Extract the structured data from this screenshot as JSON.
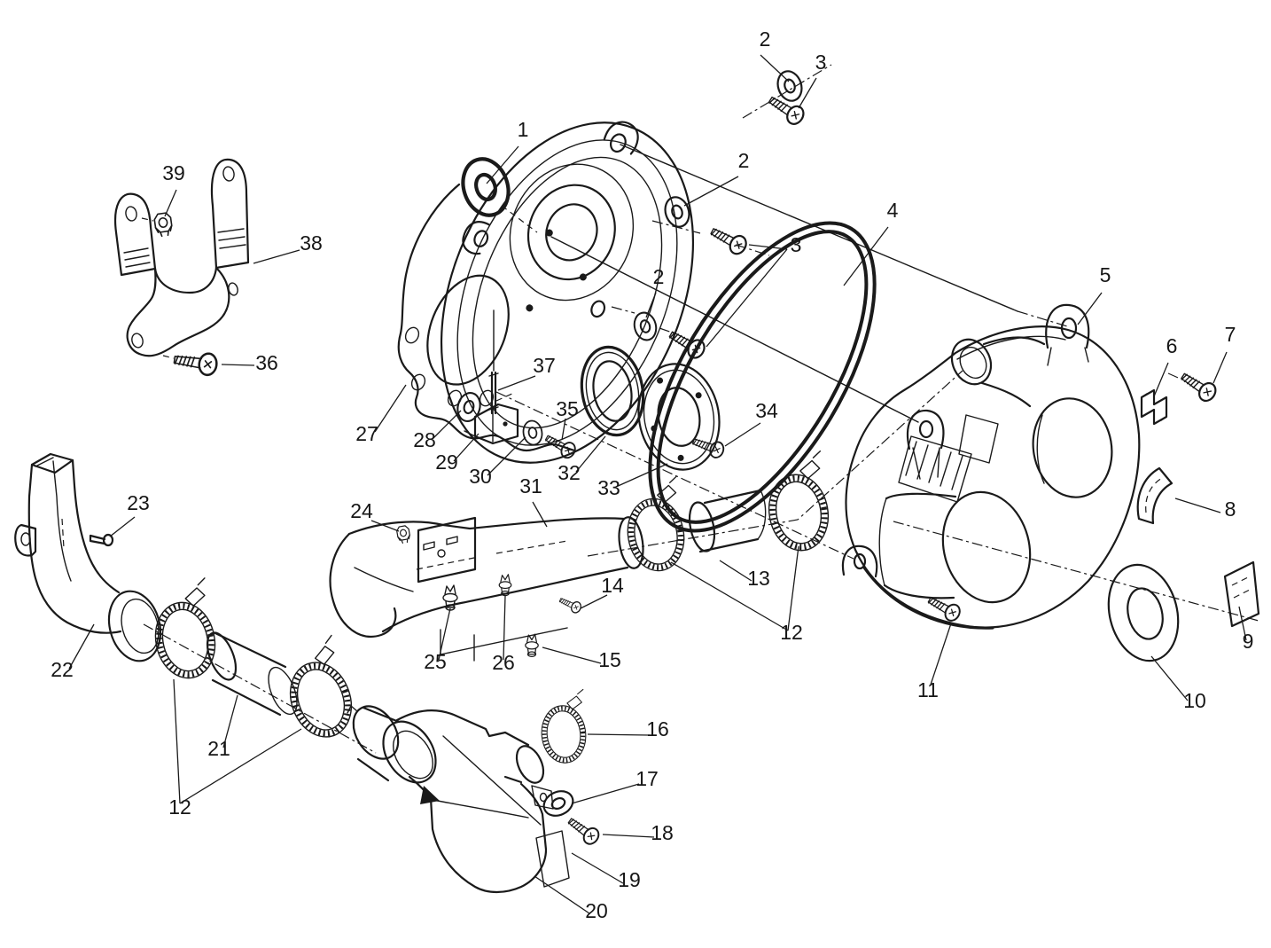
{
  "diagram": {
    "background": "#ffffff",
    "line_color": "#1a1a1a",
    "description_parts": {
      "inner_cover": "inner clutch cover with gasket",
      "drive_belt": "drive belt loop",
      "outer_cover": "outer clutch cover with intake snout",
      "ducts": "clutch cooling ducts with hose clamps",
      "bracket": "mounting bracket",
      "airbox": "duct outlet body"
    }
  },
  "callouts": [
    {
      "id": "1",
      "label": "1"
    },
    {
      "id": "2-top",
      "label": "2"
    },
    {
      "id": "3-top",
      "label": "3"
    },
    {
      "id": "2-mid",
      "label": "2"
    },
    {
      "id": "4",
      "label": "4"
    },
    {
      "id": "2-lower",
      "label": "2"
    },
    {
      "id": "3-lower",
      "label": "3"
    },
    {
      "id": "39",
      "label": "39"
    },
    {
      "id": "38",
      "label": "38"
    },
    {
      "id": "36",
      "label": "36"
    },
    {
      "id": "5",
      "label": "5"
    },
    {
      "id": "6",
      "label": "6"
    },
    {
      "id": "7",
      "label": "7"
    },
    {
      "id": "8",
      "label": "8"
    },
    {
      "id": "9",
      "label": "9"
    },
    {
      "id": "10",
      "label": "10"
    },
    {
      "id": "11",
      "label": "11"
    },
    {
      "id": "27",
      "label": "27"
    },
    {
      "id": "28",
      "label": "28"
    },
    {
      "id": "29",
      "label": "29"
    },
    {
      "id": "30",
      "label": "30"
    },
    {
      "id": "37",
      "label": "37"
    },
    {
      "id": "35",
      "label": "35"
    },
    {
      "id": "32",
      "label": "32"
    },
    {
      "id": "33",
      "label": "33"
    },
    {
      "id": "34",
      "label": "34"
    },
    {
      "id": "31",
      "label": "31"
    },
    {
      "id": "24",
      "label": "24"
    },
    {
      "id": "23",
      "label": "23"
    },
    {
      "id": "22",
      "label": "22"
    },
    {
      "id": "21",
      "label": "21"
    },
    {
      "id": "12-left",
      "label": "12"
    },
    {
      "id": "12-right",
      "label": "12"
    },
    {
      "id": "13",
      "label": "13"
    },
    {
      "id": "14",
      "label": "14"
    },
    {
      "id": "15",
      "label": "15"
    },
    {
      "id": "25",
      "label": "25"
    },
    {
      "id": "26",
      "label": "26"
    },
    {
      "id": "16",
      "label": "16"
    },
    {
      "id": "17",
      "label": "17"
    },
    {
      "id": "18",
      "label": "18"
    },
    {
      "id": "19",
      "label": "19"
    },
    {
      "id": "20",
      "label": "20"
    }
  ]
}
